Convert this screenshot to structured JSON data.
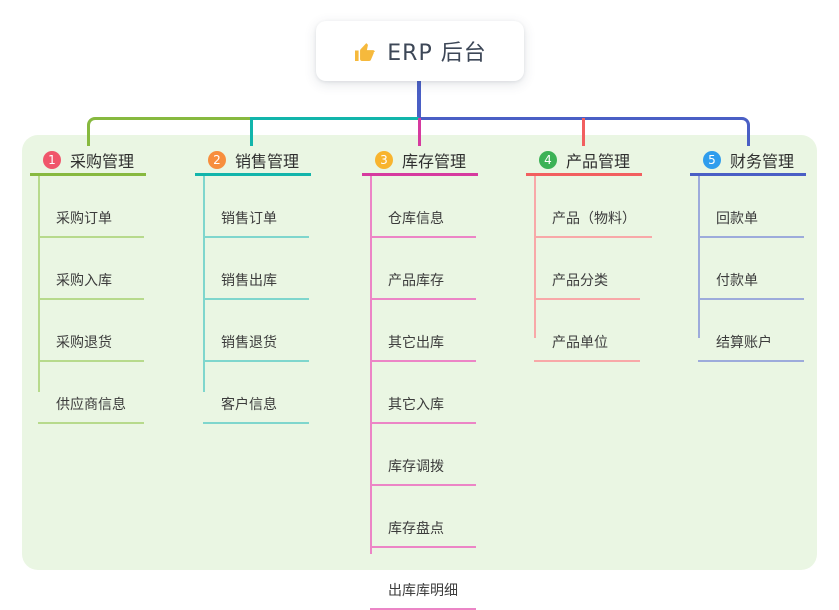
{
  "root": {
    "label": "ERP 后台",
    "icon": "thumbs-up-icon",
    "icon_color": "#f6b93c"
  },
  "colors": {
    "page_bg": "#ffffff",
    "panel_bg": "#eaf6e3",
    "connector": "#4a5fc5",
    "root_text": "#3d4757"
  },
  "branches": [
    {
      "index": "1",
      "label": "采购管理",
      "badge_color": "#f0566b",
      "line_color": "#87b93f",
      "light_color": "#b7da8c",
      "children": [
        "采购订单",
        "采购入库",
        "采购退货",
        "供应商信息"
      ]
    },
    {
      "index": "2",
      "label": "销售管理",
      "badge_color": "#f78e3d",
      "line_color": "#12b5ab",
      "light_color": "#7fd6cd",
      "children": [
        "销售订单",
        "销售出库",
        "销售退货",
        "客户信息"
      ]
    },
    {
      "index": "3",
      "label": "库存管理",
      "badge_color": "#f8b42e",
      "line_color": "#d63a9f",
      "light_color": "#ec85c6",
      "children": [
        "仓库信息",
        "产品库存",
        "其它出库",
        "其它入库",
        "库存调拨",
        "库存盘点",
        "出库库明细"
      ]
    },
    {
      "index": "4",
      "label": "产品管理",
      "badge_color": "#3cb256",
      "line_color": "#f25f5f",
      "light_color": "#f8a8a8",
      "children": [
        "产品（物料）",
        "产品分类",
        "产品单位"
      ]
    },
    {
      "index": "5",
      "label": "财务管理",
      "badge_color": "#2f9ded",
      "line_color": "#4a5fc5",
      "light_color": "#9dabdb",
      "children": [
        "回款单",
        "付款单",
        "结算账户"
      ]
    }
  ]
}
